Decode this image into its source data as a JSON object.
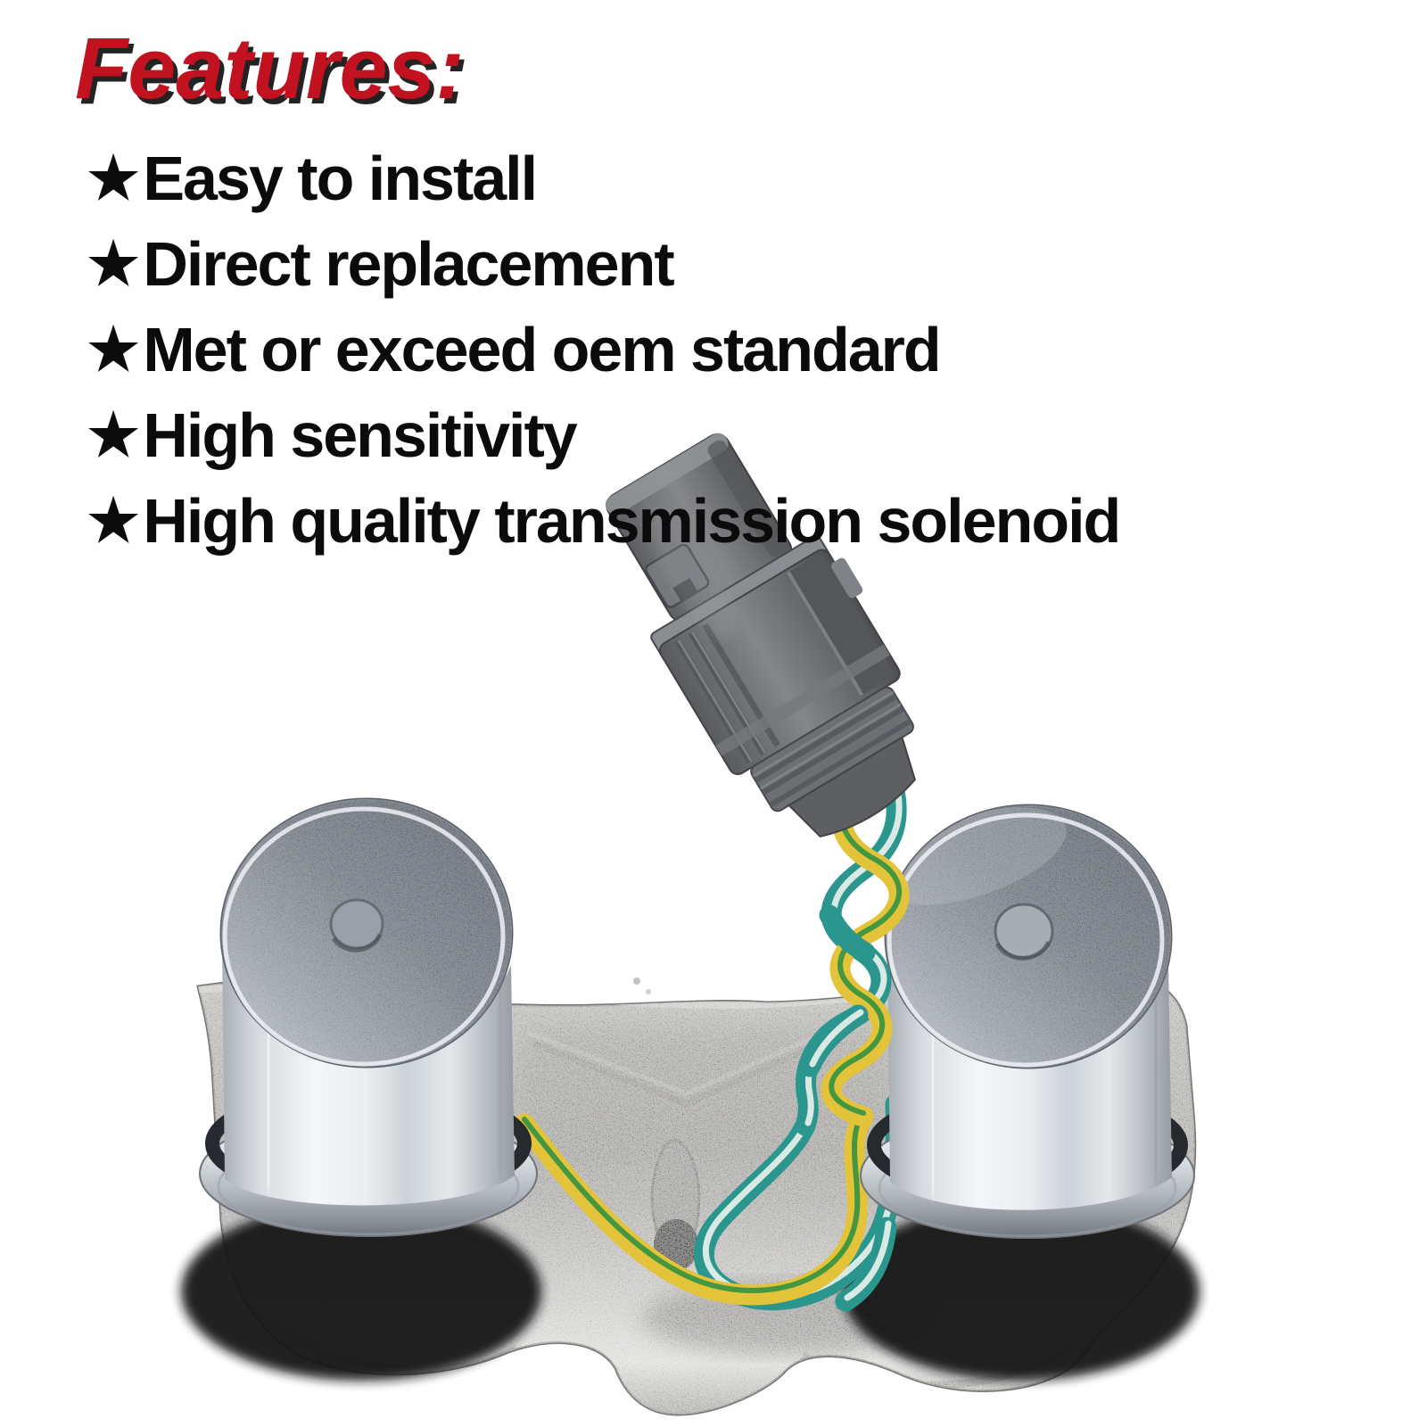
{
  "canvas": {
    "background": "#ffffff"
  },
  "heading": {
    "text": "Features:",
    "color": "#c3121f",
    "shadow_color": "#232323"
  },
  "features": {
    "bullet": "★",
    "items": [
      "Easy to install",
      "Direct replacement",
      "Met or exceed oem standard",
      "High sensitivity",
      "High quality transmission solenoid"
    ]
  },
  "photo": {
    "colors": {
      "background": "#ffffff",
      "wire_yellow": "#e2c33a",
      "wire_yellow_stripe": "#44973f",
      "wire_teal": "#2b968e",
      "wire_teal_stripe": "#d9e9e4",
      "connector_gray": "#73767a",
      "base_gray": "#97948f",
      "metal_highlight": "#f2f5f7",
      "solenoid_face": "#4e5663",
      "shadow_dark": "#141518"
    }
  }
}
